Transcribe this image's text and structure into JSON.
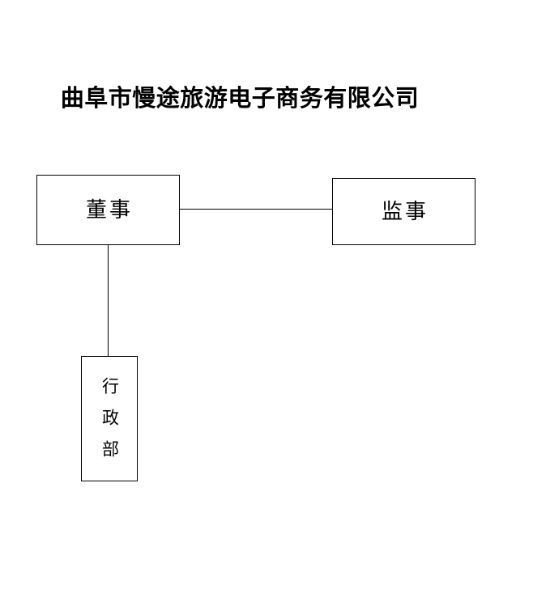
{
  "document": {
    "title": "曲阜市慢途旅游电子商务有限公司",
    "background_color": "#ffffff",
    "line_color": "#000000",
    "text_color": "#000000"
  },
  "chart_data": {
    "type": "diagram",
    "diagram_kind": "organization-chart",
    "title": "曲阜市慢途旅游电子商务有限公司",
    "nodes": [
      {
        "id": "director",
        "label": "董事",
        "orientation": "horizontal",
        "level": 1
      },
      {
        "id": "supervisor",
        "label": "监事",
        "orientation": "horizontal",
        "level": 1
      },
      {
        "id": "admin",
        "label": "行政部",
        "orientation": "vertical",
        "level": 2
      }
    ],
    "edges": [
      {
        "from": "director",
        "to": "supervisor",
        "style": "horizontal-line"
      },
      {
        "from": "director",
        "to": "admin",
        "style": "vertical-line"
      }
    ]
  }
}
